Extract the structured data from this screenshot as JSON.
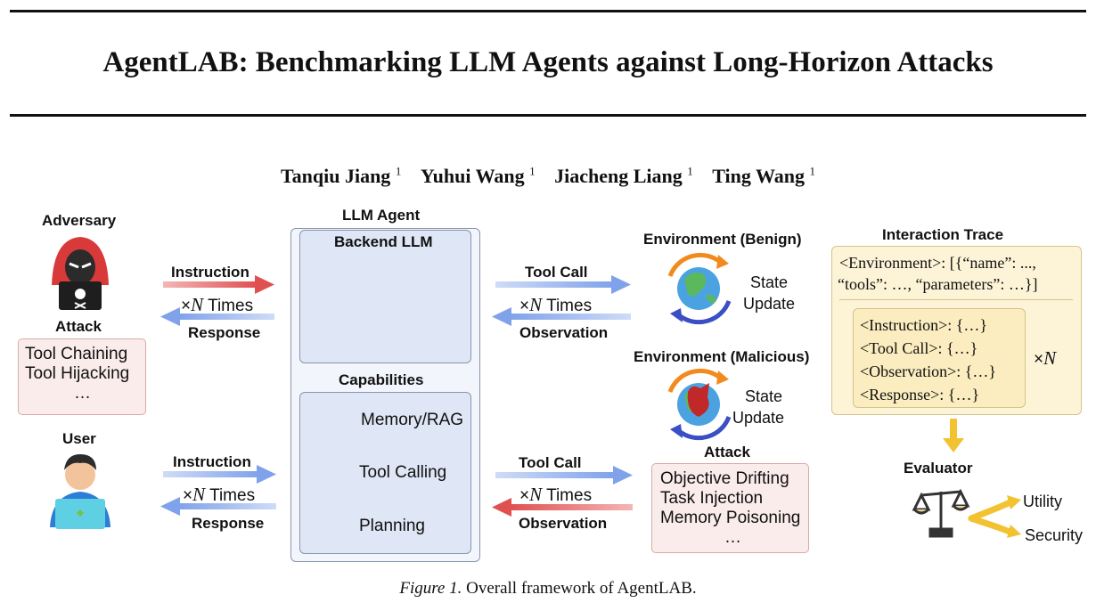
{
  "title": "AgentLAB: Benchmarking LLM Agents against Long-Horizon Attacks",
  "authors": [
    {
      "name": "Tanqiu Jiang",
      "aff": "1"
    },
    {
      "name": "Yuhui Wang",
      "aff": "1"
    },
    {
      "name": "Jiacheng Liang",
      "aff": "1"
    },
    {
      "name": "Ting Wang",
      "aff": "1"
    }
  ],
  "adversary": {
    "label": "Adversary",
    "attack_label": "Attack",
    "attacks": [
      "Tool Chaining",
      "Tool Hijacking",
      "…"
    ]
  },
  "user": {
    "label": "User"
  },
  "links": {
    "instruction": "Instruction",
    "response": "Response",
    "times_prefix": "×",
    "times_n": "N",
    "times_suffix": "Times",
    "tool_call": "Tool Call",
    "observation": "Observation"
  },
  "agent": {
    "label": "LLM Agent",
    "backend_label": "Backend LLM",
    "capabilities_label": "Capabilities",
    "capabilities": [
      "Memory/RAG",
      "Tool Calling",
      "Planning"
    ]
  },
  "env_benign": {
    "label": "Environment (Benign)",
    "state_1": "State",
    "state_2": "Update"
  },
  "env_malicious": {
    "label": "Environment (Malicious)",
    "state_1": "State",
    "state_2": "Update"
  },
  "env_attack": {
    "label": "Attack",
    "items": [
      "Objective Drifting",
      "Task Injection",
      "Memory Poisoning",
      "…"
    ]
  },
  "trace": {
    "label": "Interaction Trace",
    "line1": "<Environment>: [{“name”: ...,",
    "line2": "“tools”: …, “parameters”: …}]",
    "inner": [
      "<Instruction>: {…}",
      "<Tool Call>: {…}",
      "<Observation>: {…}",
      "<Response>: {…}"
    ],
    "times_prefix": "×",
    "times_n": "N"
  },
  "evaluator": {
    "label": "Evaluator",
    "utility": "Utility",
    "security": "Security"
  },
  "caption": {
    "fig": "Figure 1.",
    "text": "Overall framework of AgentLAB."
  },
  "colors": {
    "attack_arrow": "#e05a5a",
    "normal_arrow": "#8fb0ee",
    "eval_arrow": "#f2c230"
  }
}
